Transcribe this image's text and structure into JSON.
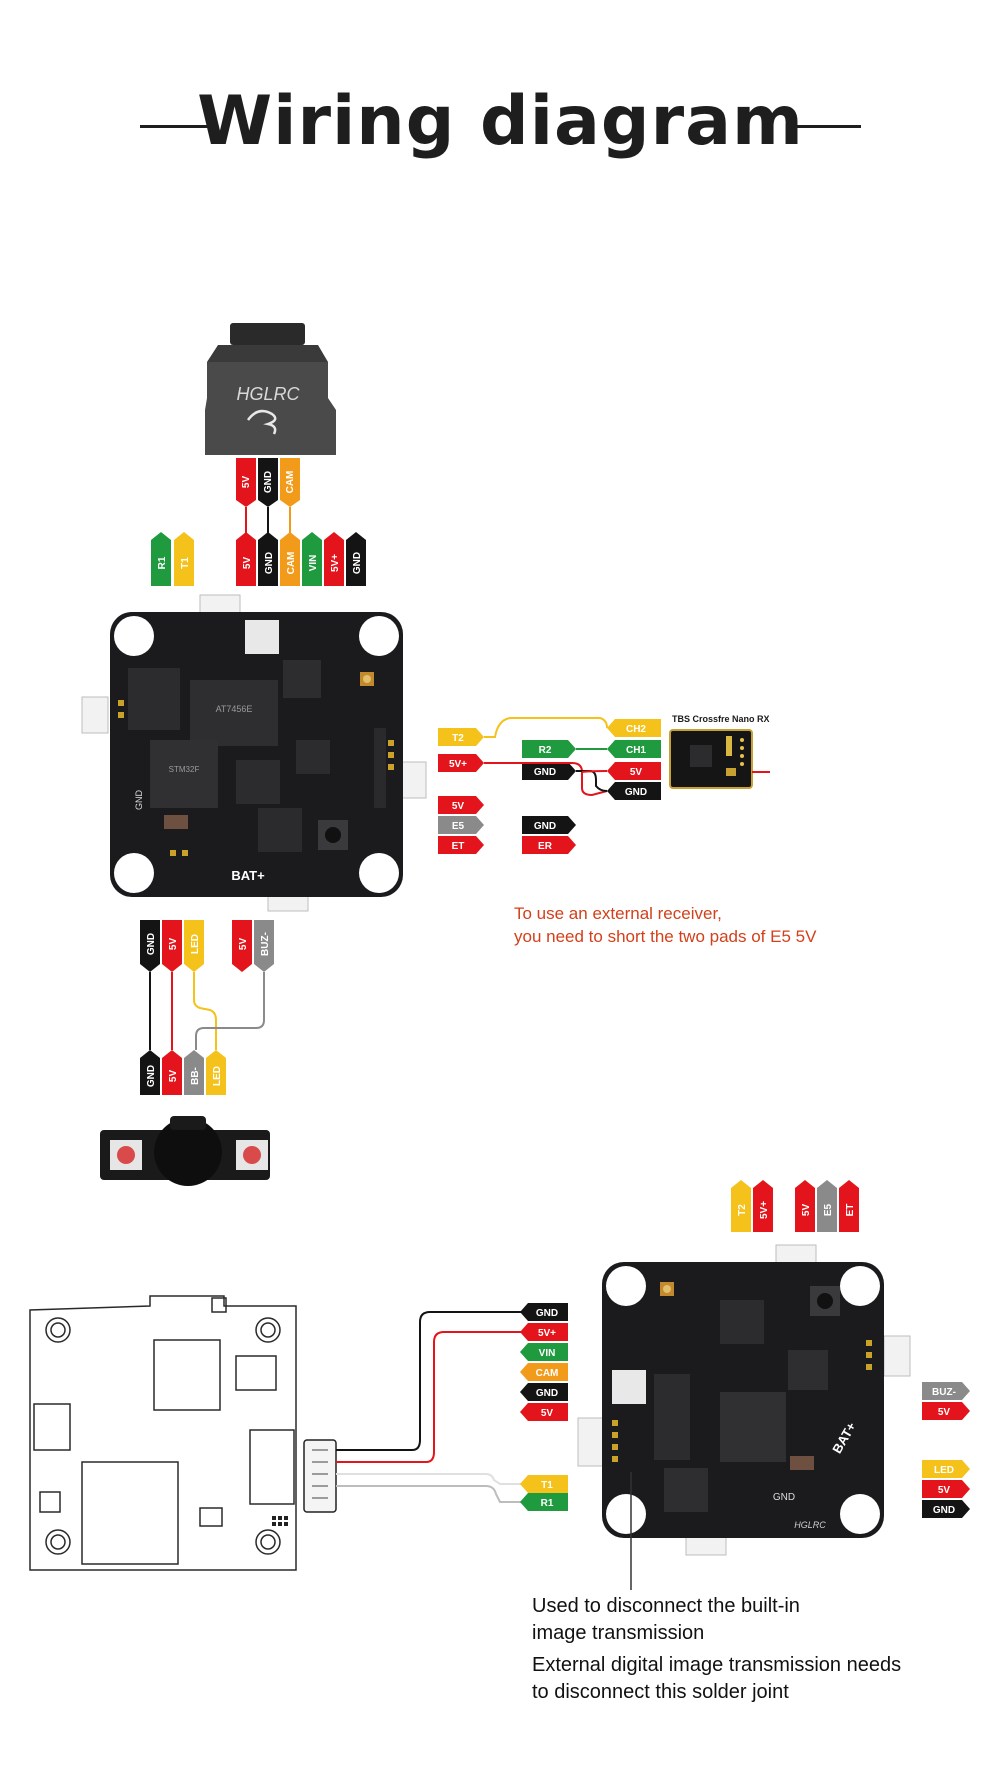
{
  "title": "Wiring diagram",
  "colors": {
    "red": "#e3141b",
    "black": "#141414",
    "green": "#1f9a3f",
    "orange": "#f29a1a",
    "yellow": "#f5c21b",
    "gray": "#8a8a8a",
    "board": "#1b1b1d",
    "note_red": "#d3401b"
  },
  "camera": {
    "brand": "HGLRC",
    "pins": [
      "5V",
      "GND",
      "CAM"
    ]
  },
  "fc_top_pads": [
    "5V",
    "GND",
    "CAM",
    "VIN",
    "5V+",
    "GND"
  ],
  "fc_uart_pads": [
    "R1",
    "T1"
  ],
  "fc_board_labels": {
    "bat": "BAT+",
    "gnd": "GND"
  },
  "fc_right_pads": [
    "T2",
    "5V+",
    "5V",
    "E5",
    "ET"
  ],
  "receiver": {
    "name": "TBS Crossfre Nano RX",
    "wires": [
      {
        "from": "T2",
        "to": "CH2"
      },
      {
        "from": "R2",
        "to": "CH1"
      },
      {
        "from": "GND",
        "to": "GND"
      },
      {
        "from": "5V+",
        "to": "5V"
      }
    ],
    "right_labels": [
      "CH2",
      "CH1",
      "5V",
      "GND"
    ],
    "left_labels": [
      "R2",
      "GND"
    ],
    "extra_labels": [
      "GND",
      "ER"
    ]
  },
  "receiver_note": [
    "To use an external receiver,",
    "you need to short the two pads of E5 5V"
  ],
  "buzzer": {
    "fc_pads": [
      "GND",
      "5V",
      "LED",
      "5V",
      "BUZ-"
    ],
    "module_pins": [
      "GND",
      "5V",
      "BB-",
      "LED"
    ]
  },
  "lower_fc": {
    "top_pads": [
      "T2",
      "5V+",
      "5V",
      "E5",
      "ET"
    ],
    "right_pads": [
      "BUZ-",
      "5V",
      "LED",
      "5V",
      "GND"
    ],
    "board_labels": {
      "gnd": "GND",
      "bat": "BAT+",
      "brand": "HGLRC"
    }
  },
  "digital_vtx_wires": [
    "GND",
    "5V+",
    "VIN",
    "CAM",
    "GND",
    "5V",
    "T1",
    "R1"
  ],
  "bottom_notes": [
    "Used to disconnect the built-in",
    "image transmission",
    "External digital image transmission needs",
    "to disconnect this solder joint"
  ]
}
